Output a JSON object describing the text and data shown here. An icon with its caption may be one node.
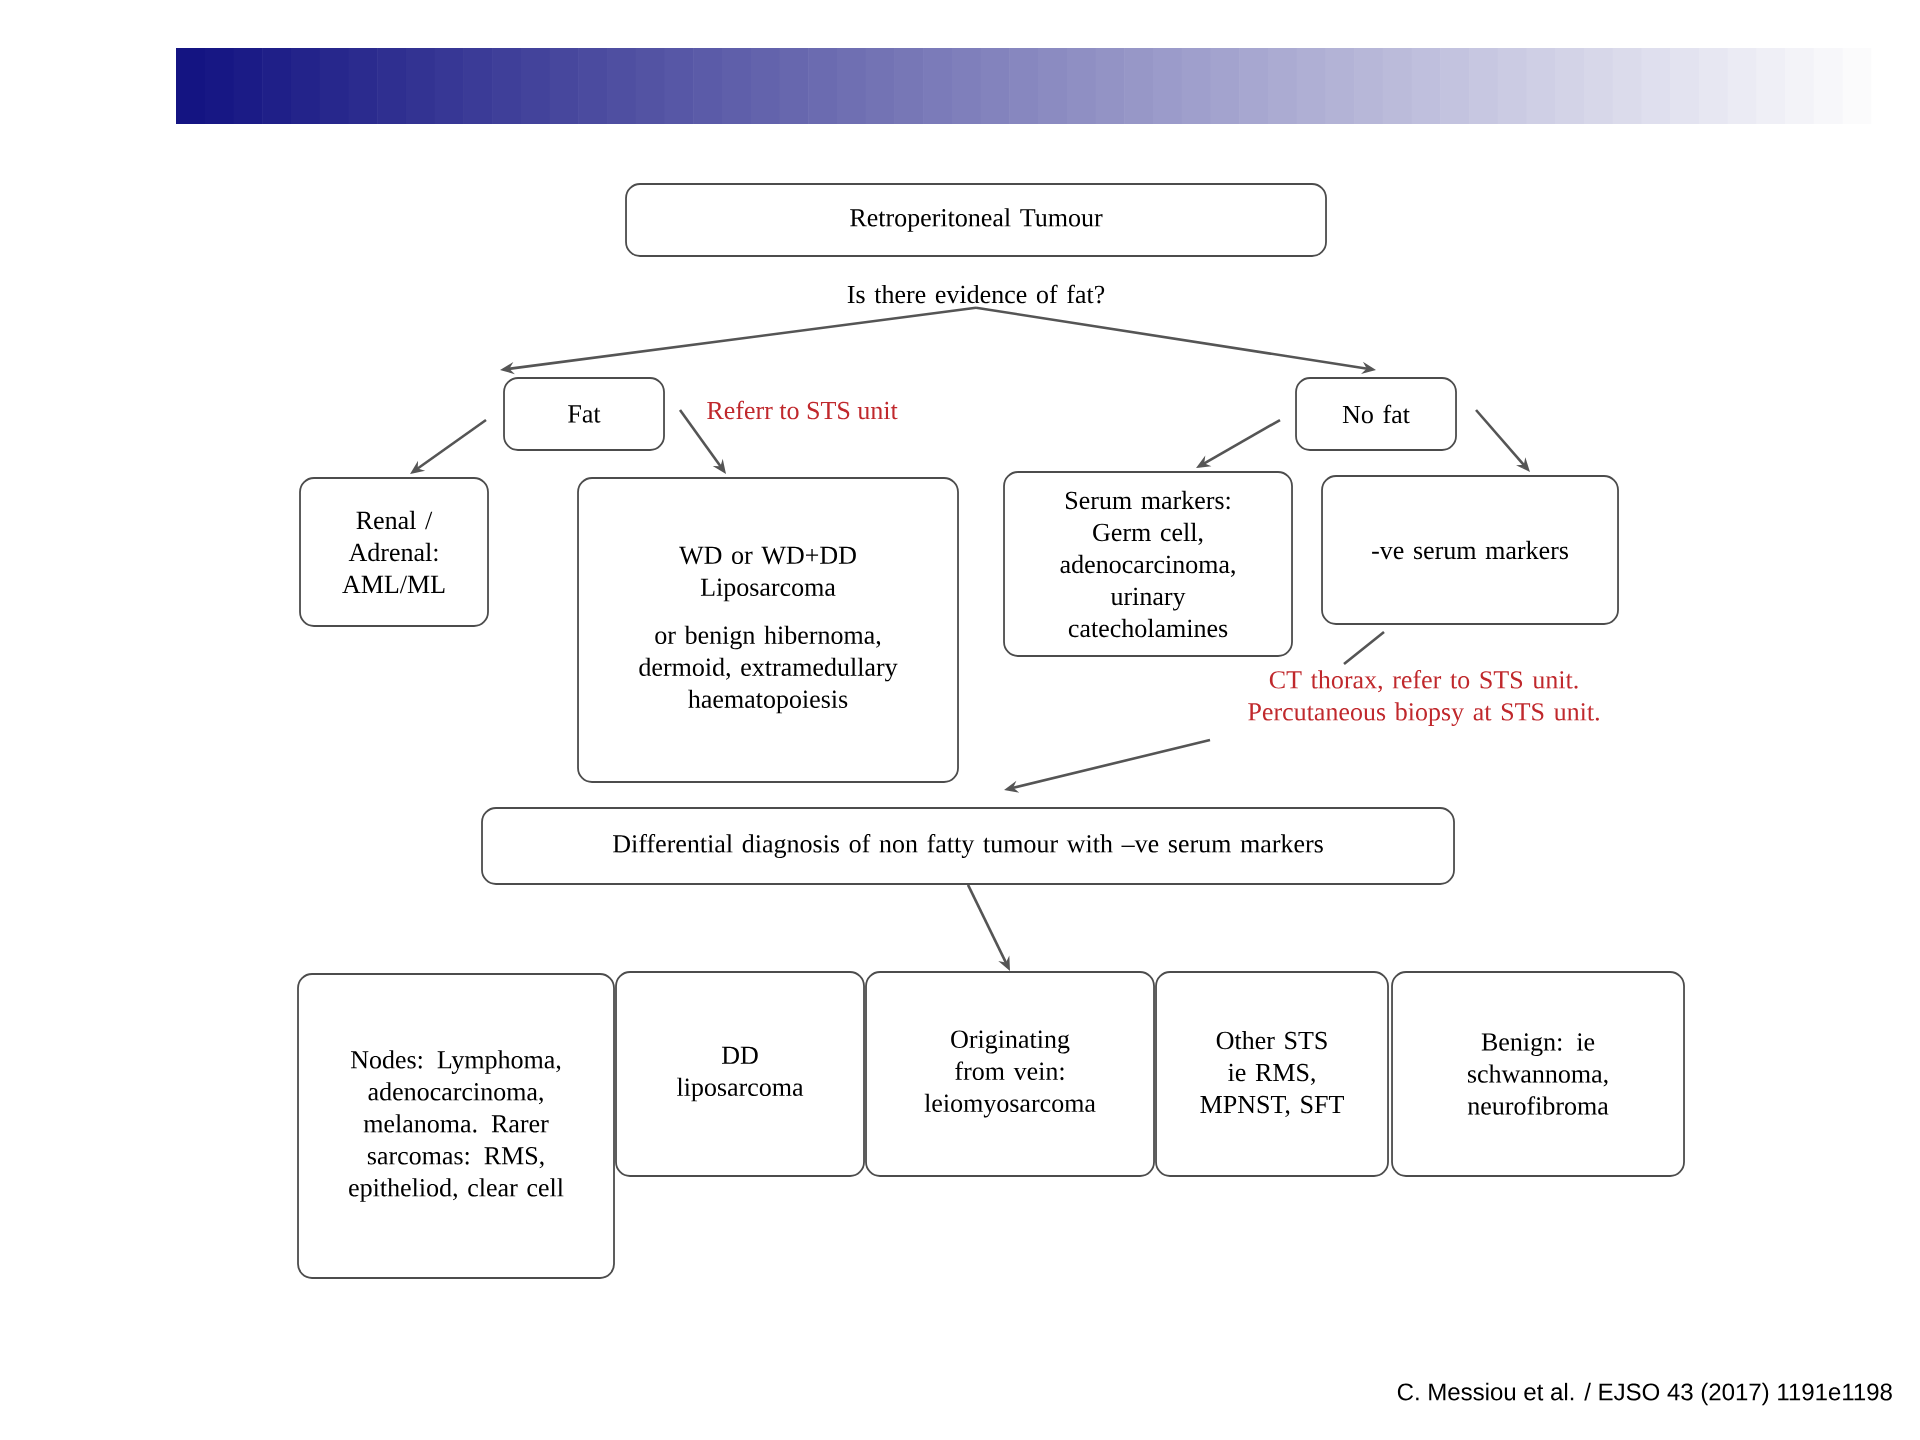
{
  "diagram": {
    "nodes": [
      {
        "text": [
          "Retroperitoneal Tumour"
        ]
      },
      {
        "text": [
          "Is there evidence of fat?"
        ]
      },
      {
        "text": [
          "Fat"
        ]
      },
      {
        "text": [
          "No fat"
        ]
      },
      {
        "text": [
          "Renal / Adrenal: AML/ML"
        ]
      },
      {
        "text": [
          "WD or WD+DD Liposarcoma",
          "or benign hibernoma, dermoid, extramedullary haematopoiesis"
        ]
      },
      {
        "text": [
          "Serum markers: Germ cell, adenocarcinoma, urinary catecholamines"
        ]
      },
      {
        "text": [
          "-ve serum markers"
        ]
      },
      {
        "text": [
          "CT thorax, refer to STS unit. Percutaneous biopsy at STS unit."
        ]
      },
      {
        "text": [
          "Differential diagnosis of non fatty tumour with –ve serum markers"
        ]
      },
      {
        "text": [
          "Nodes: Lymphoma, adenocarcinoma, melanoma. Rarer sarcomas: RMS, epitheliod, clear cell"
        ]
      },
      {
        "text": [
          "DD liposarcoma"
        ]
      },
      {
        "text": [
          "Originating from vein: leiomyosarcoma"
        ]
      },
      {
        "text": [
          "Other STS ie RMS, MPNST, SFT"
        ]
      },
      {
        "text": [
          "Benign: ie schwannoma, neurofibroma"
        ]
      }
    ],
    "edges": [
      {
        "from": 1,
        "to": 2,
        "arrow": "to"
      },
      {
        "from": 1,
        "to": 3,
        "arrow": "to"
      },
      {
        "from": 2,
        "to": 4,
        "arrow": "to"
      },
      {
        "from": 2,
        "to": 5,
        "arrow": "to",
        "label": "Referr to STS unit"
      },
      {
        "from": 3,
        "to": 6,
        "arrow": "to"
      },
      {
        "from": 3,
        "to": 7,
        "arrow": "to"
      },
      {
        "from": 7,
        "to": 8,
        "arrow": "none"
      },
      {
        "from": 8,
        "to": 9,
        "arrow": "to"
      },
      {
        "from": 9,
        "to": 12,
        "arrow": "to"
      }
    ],
    "labels": [
      "C. Messiou et al. / EJSO 43 (2017) 1191e1198"
    ]
  }
}
